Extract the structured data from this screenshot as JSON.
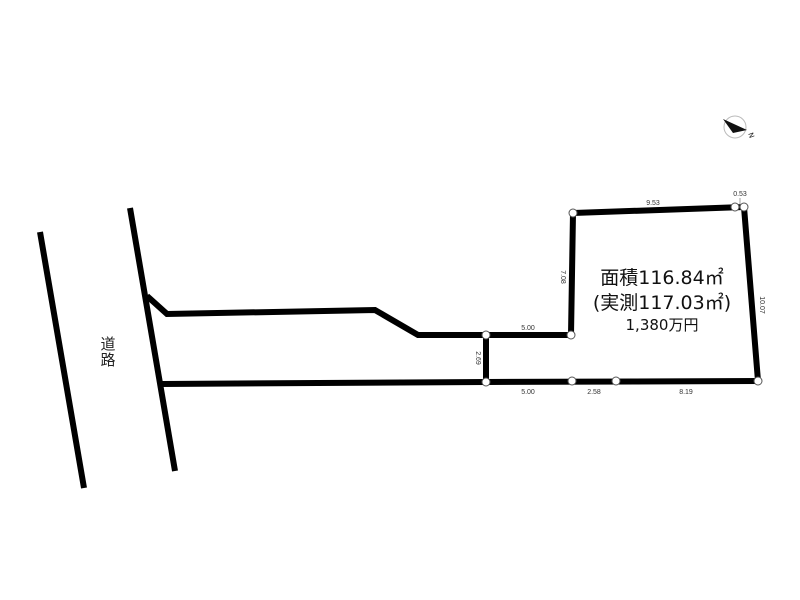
{
  "road_label": [
    "道",
    "路"
  ],
  "area": {
    "registered": "面積116.84㎡",
    "measured": "(実測117.03㎡)",
    "price": "1,380万円"
  },
  "dimensions": {
    "top": "9.53",
    "top_small": "0.53",
    "left": "7.08",
    "right": "10.07",
    "access_top": "5.00",
    "access_bottom": "5.00",
    "access_width": "2.69",
    "bottom_mid": "2.58",
    "bottom_right": "8.19"
  },
  "compass": {
    "label": "N"
  },
  "colors": {
    "line": "#000000",
    "background": "#ffffff"
  }
}
